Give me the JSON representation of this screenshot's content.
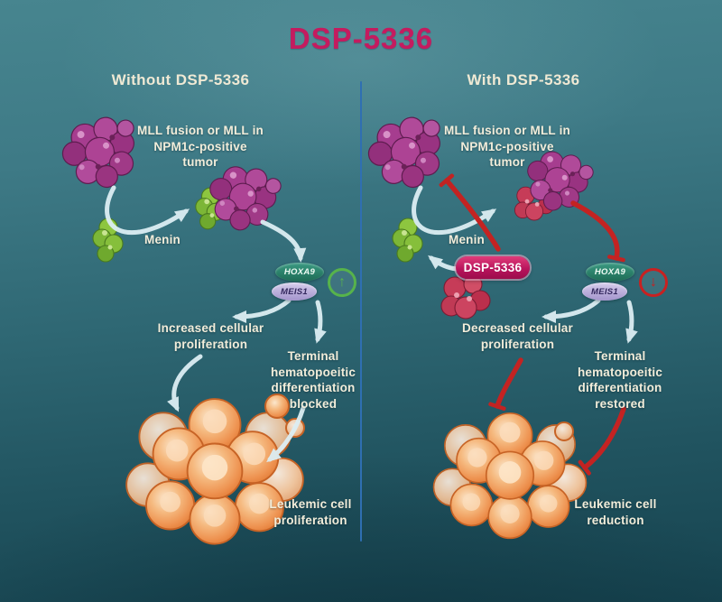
{
  "title": "DSP-5336",
  "panels": {
    "left": {
      "heading": "Without DSP-5336",
      "mll_label": "MLL fusion or MLL in\nNPM1c-positive\ntumor",
      "menin_label": "Menin",
      "hoxa9": "HOXA9",
      "meis1": "MEIS1",
      "proliferation_label": "Increased cellular\nproliferation",
      "differentiation_label": "Terminal\nhematopoeitic\ndifferentiation\nblocked",
      "outcome_label": "Leukemic cell\nproliferation"
    },
    "right": {
      "heading": "With DSP-5336",
      "mll_label": "MLL fusion or MLL in\nNPM1c-positive\ntumor",
      "menin_label": "Menin",
      "dsp_badge": "DSP-5336",
      "hoxa9": "HOXA9",
      "meis1": "MEIS1",
      "proliferation_label": "Decreased cellular\nproliferation",
      "differentiation_label": "Terminal\nhematopoeitic\ndifferentiation\nrestored",
      "outcome_label": "Leukemic cell\nreduction"
    }
  },
  "icons": {
    "up_arrow": "↑",
    "down_arrow": "↓"
  },
  "colors": {
    "title": "#c41b5f",
    "heading_text": "#efe9d4",
    "body_text": "#f2edda",
    "arrow": "#dceef3",
    "inhibit": "#c32322",
    "divider": "#2f6fb2",
    "dsp_badge_bg": "#b5125a",
    "hoxa9_bg": "#2f8f79",
    "meis1_bg": "#b9abd9",
    "upregulated": "#57b34b",
    "downregulated": "#c82121",
    "mll_protein": "#a63d8f",
    "menin_protein": "#8dc63f",
    "dsp_protein": "#c63c58",
    "cell_orange": "#ee9250",
    "background_top": "#47858f",
    "background_bottom": "#16434f"
  }
}
